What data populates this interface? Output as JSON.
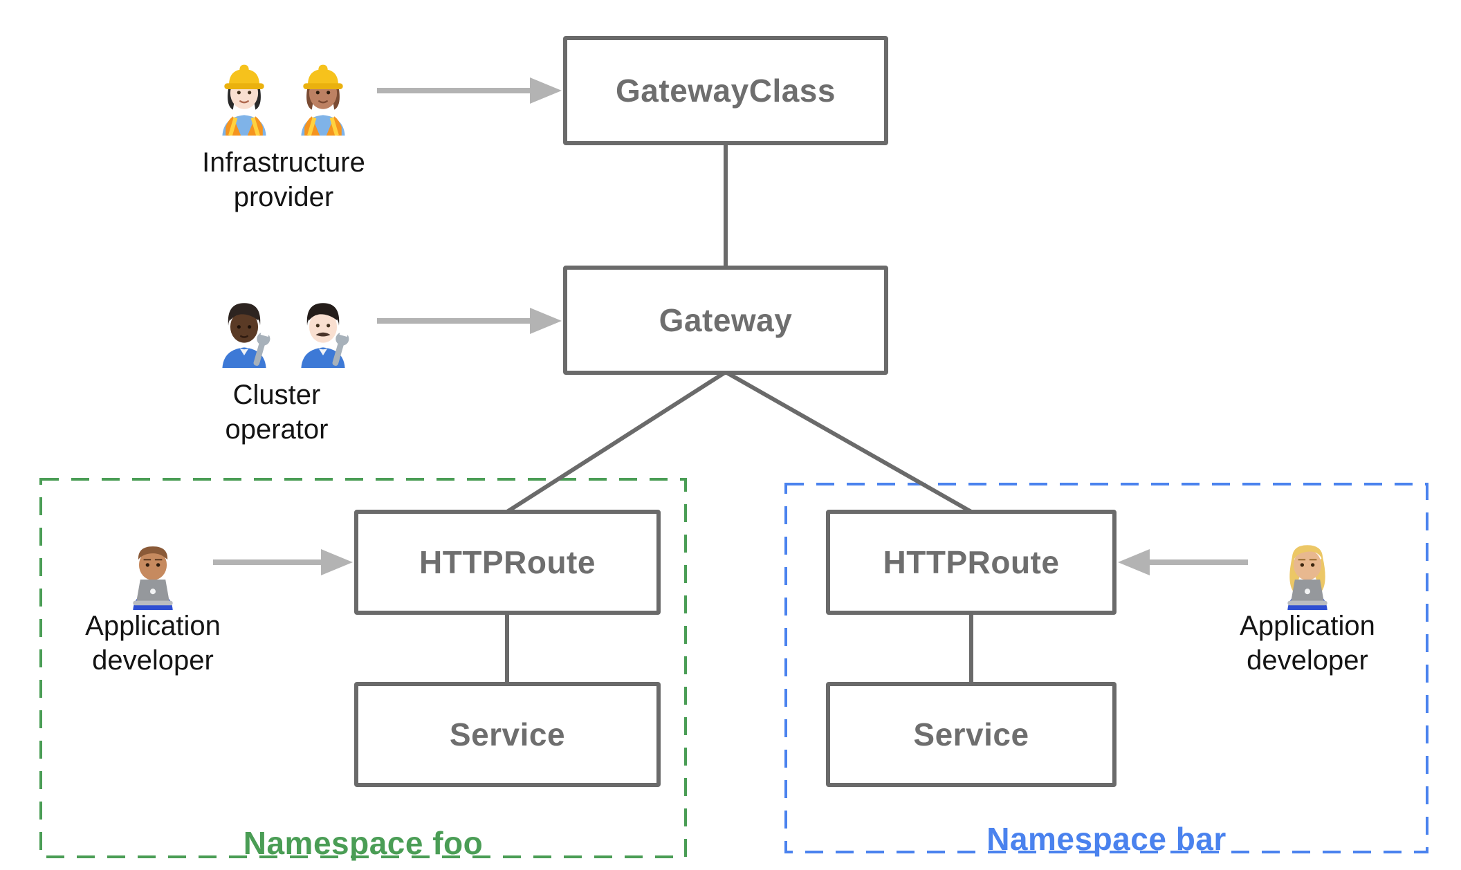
{
  "nodes": {
    "gatewayclass": {
      "label": "GatewayClass"
    },
    "gateway": {
      "label": "Gateway"
    },
    "httproute_foo": {
      "label": "HTTPRoute"
    },
    "service_foo": {
      "label": "Service"
    },
    "httproute_bar": {
      "label": "HTTPRoute"
    },
    "service_bar": {
      "label": "Service"
    }
  },
  "personas": {
    "infrastructure_provider": {
      "line1": "Infrastructure",
      "line2": "provider",
      "icons": [
        "woman-construction-worker-light-skin",
        "woman-construction-worker-medium-skin"
      ]
    },
    "cluster_operator": {
      "line1": "Cluster",
      "line2": "operator",
      "icons": [
        "person-mechanic-dark-skin",
        "man-mechanic-light-skin"
      ]
    },
    "app_developer_foo": {
      "line1": "Application",
      "line2": "developer",
      "icons": [
        "man-technologist-medium-skin"
      ]
    },
    "app_developer_bar": {
      "line1": "Application",
      "line2": "developer",
      "icons": [
        "woman-technologist-medium-light-skin"
      ]
    }
  },
  "namespaces": {
    "foo": {
      "label": "Namespace foo",
      "accent_color": "#4a9d55"
    },
    "bar": {
      "label": "Namespace bar",
      "accent_color": "#4a82ee"
    }
  },
  "colors": {
    "node_border": "#6a6a6a",
    "node_text": "#6e6e6e",
    "connector": "#6a6a6a",
    "arrow": "#b3b3b3",
    "persona_text": "#141414"
  }
}
